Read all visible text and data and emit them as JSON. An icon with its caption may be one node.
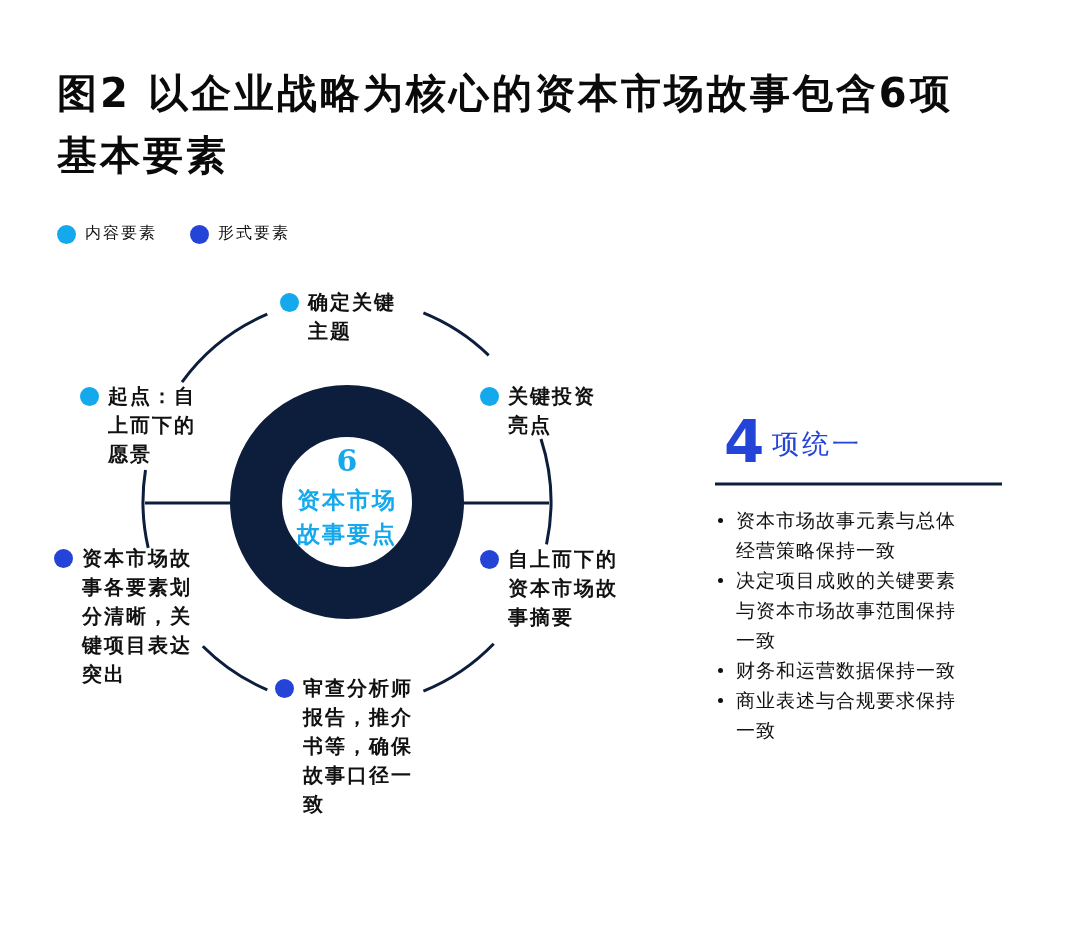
{
  "diagram": {
    "title": "图2 以企业战略为核心的资本市场故事包含6项基本要素",
    "nodes": [
      {
        "text": [
          "6",
          "资本市场故事要点"
        ]
      },
      {
        "text": [
          "确定关键主题"
        ]
      },
      {
        "text": [
          "关键投资亮点"
        ]
      },
      {
        "text": [
          "自上而下的资本市场故事摘要"
        ]
      },
      {
        "text": [
          "审查分析师报告，推介书等，确保故事口径一致"
        ]
      },
      {
        "text": [
          "资本市场故事各要素划分清晰，关键项目表达突出"
        ]
      },
      {
        "text": [
          "起点：自上而下的愿景"
        ]
      }
    ],
    "edges": [
      {
        "from": 1,
        "to": 2,
        "arrow": "none"
      },
      {
        "from": 2,
        "to": 3,
        "arrow": "none"
      },
      {
        "from": 3,
        "to": 4,
        "arrow": "none"
      },
      {
        "from": 4,
        "to": 5,
        "arrow": "none"
      },
      {
        "from": 5,
        "to": 6,
        "arrow": "none"
      },
      {
        "from": 6,
        "to": 1,
        "arrow": "none"
      },
      {
        "from": 0,
        "to": null,
        "arrow": "none"
      },
      {
        "from": 0,
        "to": null,
        "arrow": "none"
      }
    ],
    "labels": [
      "4",
      "项统一",
      "资本市场故事元素与总体经营策略保持一致",
      "决定项目成败的关键要素与资本市场故事范围保持一致",
      "财务和运营数据保持一致",
      "商业表述与合规要求保持一致"
    ],
    "legend": [
      {
        "text": "内容要素",
        "color": "#14a8ec"
      },
      {
        "text": "形式要素",
        "color": "#2444d8"
      }
    ]
  }
}
